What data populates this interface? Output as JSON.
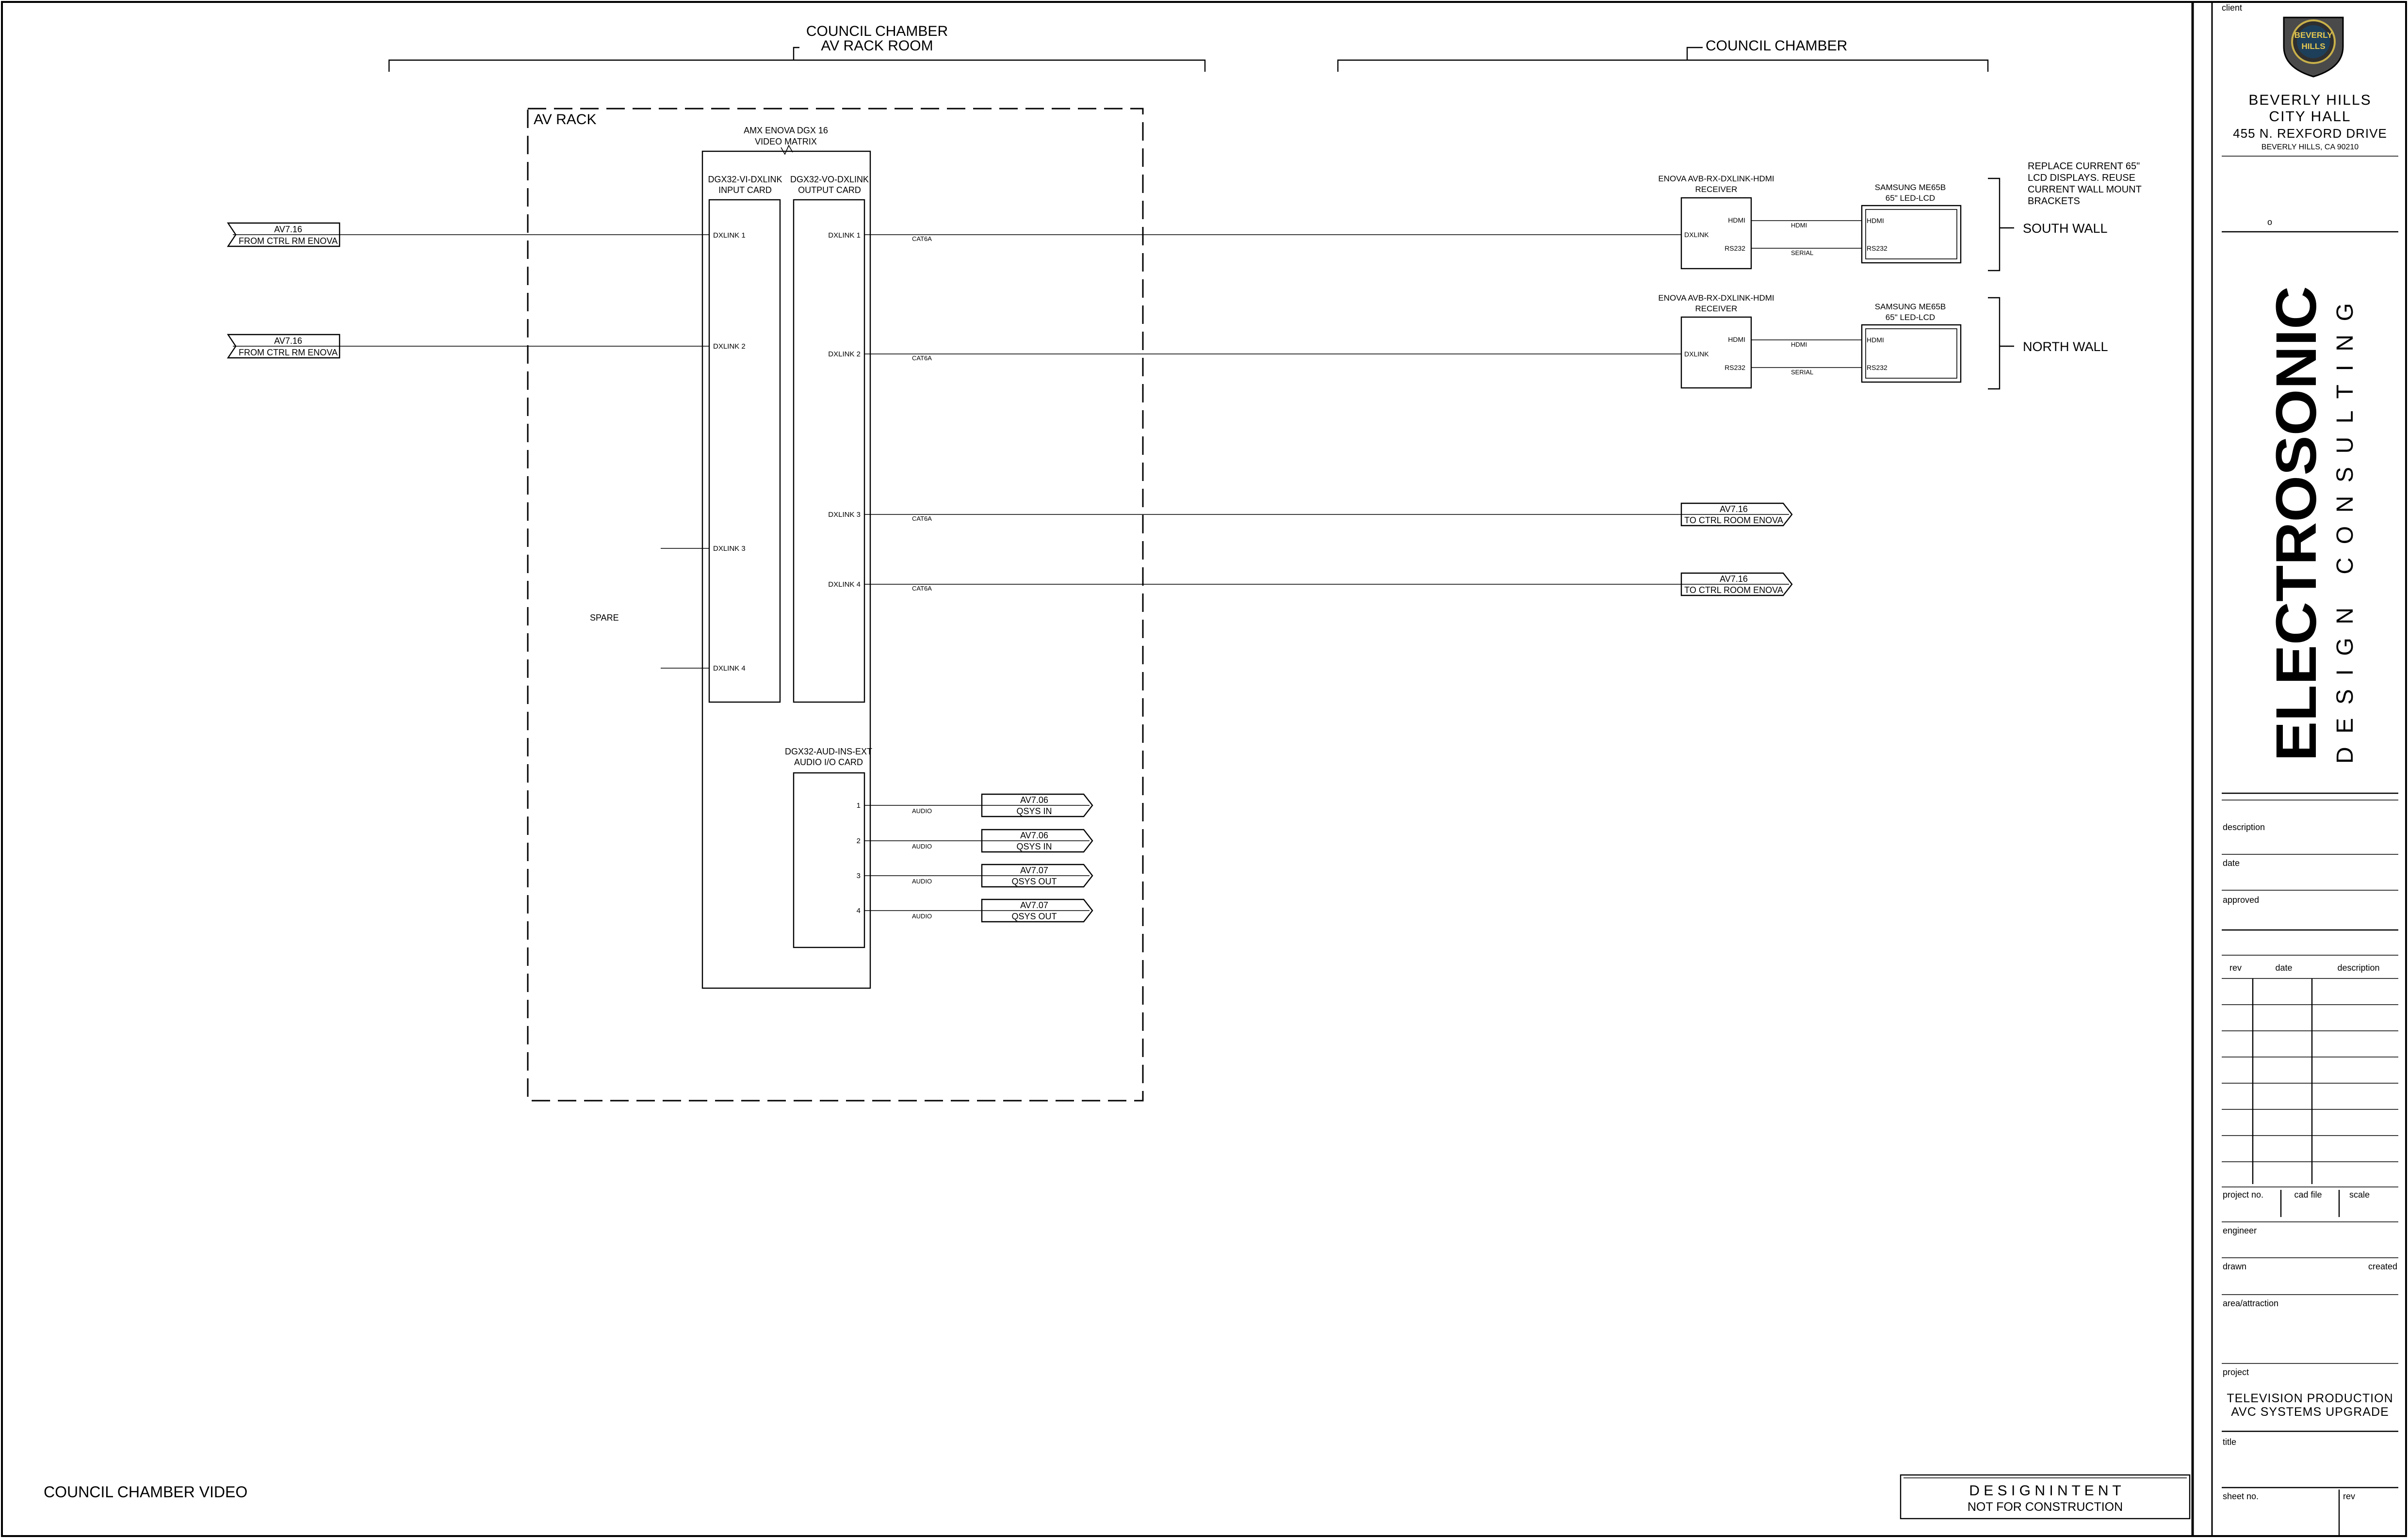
{
  "zones": {
    "rack_room_line1": "COUNCIL CHAMBER",
    "rack_room_line2": "AV RACK ROOM",
    "chamber": "COUNCIL CHAMBER"
  },
  "rack": {
    "label": "AV RACK",
    "spare": "SPARE"
  },
  "matrix": {
    "name_line1": "AMX ENOVA DGX 16",
    "name_line2": "VIDEO MATRIX",
    "input_card_line1": "DGX32-VI-DXLINK",
    "input_card_line2": "INPUT CARD",
    "output_card_line1": "DGX32-VO-DXLINK",
    "output_card_line2": "OUTPUT CARD",
    "inputs": [
      "DXLINK 1",
      "DXLINK 2",
      "DXLINK 3",
      "DXLINK 4"
    ],
    "outputs": [
      "DXLINK 1",
      "DXLINK 2",
      "DXLINK 3",
      "DXLINK 4"
    ],
    "audio_card_line1": "DGX32-AUD-INS-EXT",
    "audio_card_line2": "AUDIO I/O CARD",
    "audio_ports": [
      "1",
      "2",
      "3",
      "4"
    ]
  },
  "cables": {
    "cat6a": "CAT6A",
    "audio": "AUDIO",
    "hdmi": "HDMI",
    "serial": "SERIAL"
  },
  "in_flags": [
    {
      "ref": "AV7.16",
      "text": "FROM CTRL RM ENOVA"
    },
    {
      "ref": "AV7.16",
      "text": "FROM CTRL RM ENOVA"
    }
  ],
  "out_flags": [
    {
      "ref": "AV7.16",
      "text": "TO CTRL ROOM ENOVA"
    },
    {
      "ref": "AV7.16",
      "text": "TO CTRL ROOM ENOVA"
    }
  ],
  "audio_flags": [
    {
      "ref": "AV7.06",
      "text": "QSYS IN"
    },
    {
      "ref": "AV7.06",
      "text": "QSYS IN"
    },
    {
      "ref": "AV7.07",
      "text": "QSYS OUT"
    },
    {
      "ref": "AV7.07",
      "text": "QSYS OUT"
    }
  ],
  "receivers": [
    {
      "name_line1": "ENOVA AVB-RX-DXLINK-HDMI",
      "name_line2": "RECEIVER",
      "port_in": "DXLINK",
      "port_hdmi": "HDMI",
      "port_rs232": "RS232",
      "display_line1": "SAMSUNG ME65B",
      "display_line2": "65\" LED-LCD",
      "display_port_hdmi": "HDMI",
      "display_port_rs232": "RS232",
      "wall": "SOUTH WALL"
    },
    {
      "name_line1": "ENOVA AVB-RX-DXLINK-HDMI",
      "name_line2": "RECEIVER",
      "port_in": "DXLINK",
      "port_hdmi": "HDMI",
      "port_rs232": "RS232",
      "display_line1": "SAMSUNG ME65B",
      "display_line2": "65\" LED-LCD",
      "display_port_hdmi": "HDMI",
      "display_port_rs232": "RS232",
      "wall": "NORTH WALL"
    }
  ],
  "note_lines": [
    "REPLACE CURRENT 65\"",
    "LCD DISPLAYS. REUSE",
    "CURRENT WALL MOUNT",
    "BRACKETS"
  ],
  "drawing_title": "COUNCIL CHAMBER VIDEO",
  "stamp": {
    "line1": "D E S I G N   I N T E N T",
    "line2": "NOT FOR CONSTRUCTION"
  },
  "title_block": {
    "client_label": "client",
    "logo_text_line1": "BEVERLY",
    "logo_text_line2": "HILLS",
    "client_line1": "BEVERLY HILLS",
    "client_line2": "CITY HALL",
    "client_line3": "455 N. REXFORD DRIVE",
    "client_line4": "BEVERLY HILLS, CA 90210",
    "small_mark": "o",
    "brand_name": "ELECTROSONIC",
    "brand_sub": "DESIGN CONSULTING",
    "description_label": "description",
    "date_label": "date",
    "approved_label": "approved",
    "rev_header": {
      "rev": "rev",
      "date": "date",
      "description": "description"
    },
    "project_no_label": "project no.",
    "cad_file_label": "cad file",
    "scale_label": "scale",
    "engineer_label": "engineer",
    "drawn_label": "drawn",
    "created_label": "created",
    "area_label": "area/attraction",
    "project_label": "project",
    "project_line1": "TELEVISION PRODUCTION",
    "project_line2": "AVC SYSTEMS UPGRADE",
    "title_label": "title",
    "sheet_no_label": "sheet no.",
    "rev_label": "rev"
  }
}
